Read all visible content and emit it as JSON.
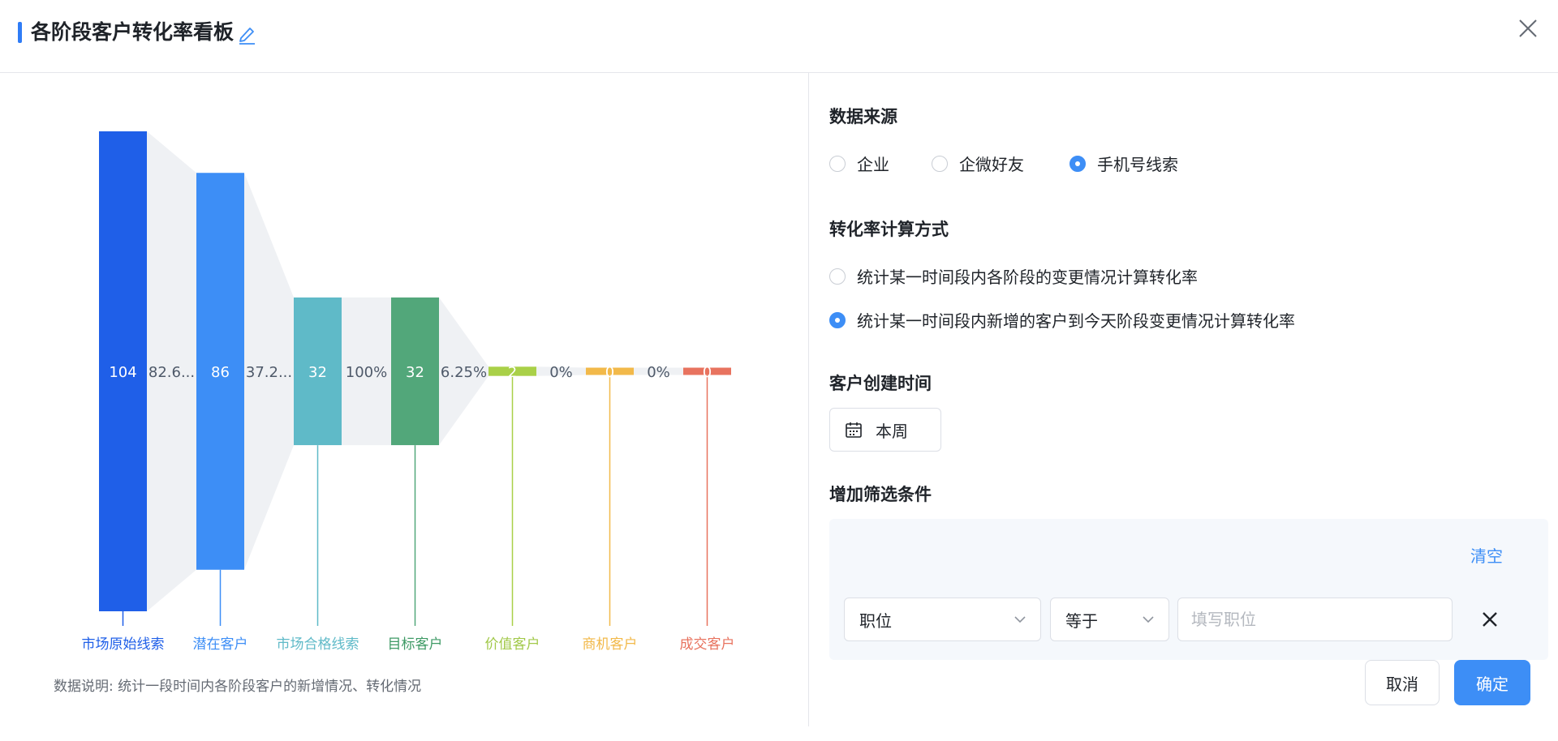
{
  "dialog": {
    "title": "各阶段客户转化率看板"
  },
  "chart_data": {
    "type": "funnel",
    "stages": [
      {
        "label": "市场原始线索",
        "value": 104,
        "value_label": "104",
        "color": "#1f5fe8",
        "label_color": "#1f5fe8"
      },
      {
        "label": "潜在客户",
        "value": 86,
        "value_label": "86",
        "color": "#3d8ef6",
        "label_color": "#3d8ef6"
      },
      {
        "label": "市场合格线索",
        "value": 32,
        "value_label": "32",
        "color": "#5fbac8",
        "label_color": "#5fbac8"
      },
      {
        "label": "目标客户",
        "value": 32,
        "value_label": "32",
        "color": "#52a77a",
        "label_color": "#3e9a65"
      },
      {
        "label": "价值客户",
        "value": 2,
        "value_label": "2",
        "color": "#a9d048",
        "label_color": "#a2c94a"
      },
      {
        "label": "商机客户",
        "value": 0,
        "value_label": "0",
        "color": "#f2b94a",
        "label_color": "#f2b94a"
      },
      {
        "label": "成交客户",
        "value": 0,
        "value_label": "0",
        "color": "#e8735f",
        "label_color": "#e8735f"
      }
    ],
    "conversion_labels": [
      "82.6...",
      "37.2...",
      "100%",
      "6.25%",
      "0%",
      "0%"
    ]
  },
  "note": "数据说明: 统计一段时间内各阶段客户的新增情况、转化情况",
  "settings": {
    "data_source": {
      "title": "数据来源",
      "options": [
        {
          "label": "企业",
          "checked": false
        },
        {
          "label": "企微好友",
          "checked": false
        },
        {
          "label": "手机号线索",
          "checked": true
        }
      ]
    },
    "calc_method": {
      "title": "转化率计算方式",
      "options": [
        {
          "label": "统计某一时间段内各阶段的变更情况计算转化率",
          "checked": false
        },
        {
          "label": "统计某一时间段内新增的客户到今天阶段变更情况计算转化率",
          "checked": true
        }
      ]
    },
    "created_time": {
      "title": "客户创建时间",
      "value": "本周"
    },
    "filters": {
      "title": "增加筛选条件",
      "clear_label": "清空",
      "field": "职位",
      "operator": "等于",
      "value_placeholder": "填写职位",
      "value": ""
    }
  },
  "footer": {
    "cancel_label": "取消",
    "confirm_label": "确定"
  }
}
